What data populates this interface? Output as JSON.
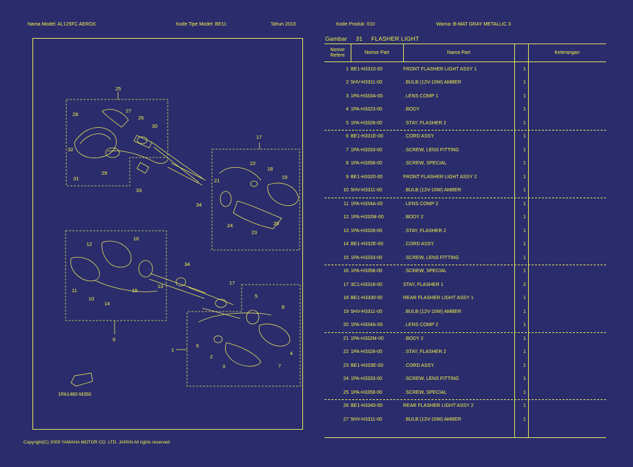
{
  "header": {
    "model_name": "Nama Model:  AL125FC AEROX",
    "model_code": "Kode Tipe Model:   BE11",
    "year": "Tahun   2016",
    "product_code": "Kode Produk:   010",
    "color": "Warna:  B-MAT GRAY METALLIC 3"
  },
  "figure": {
    "label": "Gambar",
    "number": "31",
    "title": "FLASHER LIGHT"
  },
  "diagram": {
    "ref_code": "1PA1460-M350",
    "callouts": [
      "1",
      "2",
      "3",
      "4",
      "5",
      "6",
      "7",
      "8",
      "9",
      "10",
      "11",
      "12",
      "13",
      "14",
      "15",
      "16",
      "17",
      "17",
      "18",
      "19",
      "20",
      "21",
      "22",
      "23",
      "24",
      "25",
      "26",
      "27",
      "28",
      "29",
      "30",
      "31",
      "32",
      "33",
      "34",
      "34"
    ]
  },
  "copyright": "Copyright(C) 2009 YAMAHA MOTOR CO. LTD. JAPAN All rights reserved",
  "table": {
    "headers": {
      "ref": "Nomor\nRefere",
      "part_no": "Nomor Part",
      "part_name": "Nama Part",
      "qty": "",
      "note": "Keterangan"
    },
    "rows": [
      {
        "no": "1",
        "part": "BE1-H3310-00",
        "name": "FRONT FLASHER LIGHT ASSY 1",
        "qty": "1"
      },
      {
        "no": "2",
        "part": "5HV-H3311-00",
        "name": ". BULB (12V-10W) AMBER",
        "qty": "1"
      },
      {
        "no": "3",
        "part": "1PA-H333A-00",
        "name": ". LENS COMP 1",
        "qty": "1"
      },
      {
        "no": "4",
        "part": "1PA-H3323-00",
        "name": ". BODY",
        "qty": "1"
      },
      {
        "no": "5",
        "part": "1PA-H3328-00",
        "name": ". STAY, FLASHER 2",
        "qty": "1"
      },
      {
        "no": "6",
        "part": "BE1-H331E-00",
        "name": ". CORD ASSY",
        "qty": "1"
      },
      {
        "no": "7",
        "part": "1PA-H3333-00",
        "name": ". SCREW, LENS FITTING",
        "qty": "1"
      },
      {
        "no": "8",
        "part": "1PA-H3358-00",
        "name": ". SCREW, SPECIAL",
        "qty": "1"
      },
      {
        "no": "9",
        "part": "BE1-H3320-00",
        "name": "FRONT FLASHER LIGHT ASSY 2",
        "qty": "1"
      },
      {
        "no": "10",
        "part": "5HV-H3311-00",
        "name": ". BULB (12V-10W) AMBER",
        "qty": "1"
      },
      {
        "no": "11",
        "part": "1PA-H334A-00",
        "name": ". LENS COMP 2",
        "qty": "1"
      },
      {
        "no": "12",
        "part": "1PA-H332M-00",
        "name": ". BODY 2",
        "qty": "1"
      },
      {
        "no": "13",
        "part": "1PA-H3328-00",
        "name": ". STAY, FLASHER 2",
        "qty": "1"
      },
      {
        "no": "14",
        "part": "BE1-H332E-00",
        "name": ". CORD ASSY",
        "qty": "1"
      },
      {
        "no": "15",
        "part": "1PA-H3333-00",
        "name": ". SCREW, LENS FITTING",
        "qty": "1"
      },
      {
        "no": "16",
        "part": "1PA-H3358-00",
        "name": ". SCREW, SPECIAL",
        "qty": "1"
      },
      {
        "no": "17",
        "part": "3C1-H3318-00",
        "name": "STAY, FLASHER 1",
        "qty": "2"
      },
      {
        "no": "18",
        "part": "BE1-H3330-00",
        "name": "REAR FLASHER LIGHT ASSY 1",
        "qty": "1"
      },
      {
        "no": "19",
        "part": "5HV-H3311-00",
        "name": ". BULB (12V-10W) AMBER",
        "qty": "1"
      },
      {
        "no": "20",
        "part": "1PA-H334A-00",
        "name": ". LENS COMP 2",
        "qty": "1"
      },
      {
        "no": "21",
        "part": "1PA-H332M-00",
        "name": ". BODY 2",
        "qty": "1"
      },
      {
        "no": "22",
        "part": "1PA-H3328-00",
        "name": ". STAY, FLASHER 2",
        "qty": "1"
      },
      {
        "no": "23",
        "part": "BE1-H333E-00",
        "name": ". CORD ASSY",
        "qty": "1"
      },
      {
        "no": "24",
        "part": "1PA-H3333-00",
        "name": ". SCREW, LENS FITTING",
        "qty": "1"
      },
      {
        "no": "25",
        "part": "1PA-H3358-00",
        "name": ". SCREW, SPECIAL",
        "qty": "1"
      },
      {
        "no": "26",
        "part": "BE1-H3340-00",
        "name": "REAR FLASHER LIGHT ASSY 2",
        "qty": "1"
      },
      {
        "no": "27",
        "part": "5HV-H3311-00",
        "name": ". BULB (12V-10W) AMBER",
        "qty": "1"
      }
    ]
  },
  "colors": {
    "background": "#2a2c6c",
    "ink": "#f2f24a"
  }
}
